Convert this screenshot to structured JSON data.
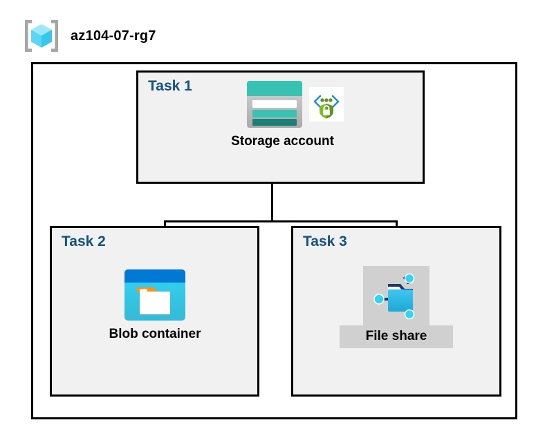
{
  "header": {
    "title": "az104-07-rg7",
    "icon": "resource-group-icon"
  },
  "container": {
    "name": "resource-group-container"
  },
  "tasks": [
    {
      "label": "Task 1",
      "node": {
        "caption": "Storage account",
        "icons": [
          "storage-account-icon",
          "secure-endpoint-icon"
        ],
        "highlighted": false
      }
    },
    {
      "label": "Task 2",
      "node": {
        "caption": "Blob container",
        "icons": [
          "blob-container-icon"
        ],
        "highlighted": false
      }
    },
    {
      "label": "Task 3",
      "node": {
        "caption": "File share",
        "icons": [
          "file-share-icon"
        ],
        "highlighted": true
      }
    }
  ],
  "colors": {
    "task_label": "#14527d",
    "task_box_fill": "#f1f1f1",
    "border": "#000000",
    "storage_teal": "#37c2b1",
    "storage_teal_dark": "#1a7f78",
    "blob_blue": "#0078d4",
    "blob_cyan": "#32bedd",
    "blob_orange": "#f7941e",
    "fileshare_blue": "#32bedd",
    "shield_green": "#5e9624",
    "highlight_gray": "#d0d0d0",
    "page_background": "#ffffff"
  }
}
